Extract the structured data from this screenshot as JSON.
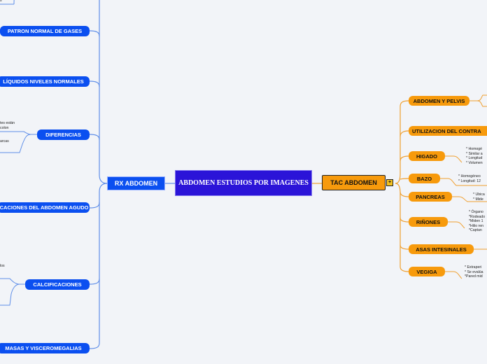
{
  "central": {
    "title": "ABDOMEN ESTUDIOS POR IMAGENES"
  },
  "rx": {
    "label": "RX ABDOMEN",
    "children": [
      {
        "label": "PATRON NORMAL DE GASES"
      },
      {
        "label": "LÍQUIDOS NIVELES NORMALES"
      },
      {
        "label": "DIFERENCIAS"
      },
      {
        "label": "ICACIONES DEL ABDOMEN AGUDO"
      },
      {
        "label": "CALCIFICACIONES"
      },
      {
        "label": "MASAS Y VISCEROMEGALIAS"
      }
    ],
    "notes": {
      "top": "s",
      "diferencias_1": "tes están\ncolon",
      "diferencias_2": "arcas",
      "calcificaciones": "los"
    }
  },
  "tac": {
    "label": "TAC ABDOMEN",
    "collapse_badge": "+",
    "children": [
      {
        "label": "ABDOMEN Y PELVIS"
      },
      {
        "label": "UTILIZACION DEL CONTRA"
      },
      {
        "label": "HIGADO"
      },
      {
        "label": "BAZO"
      },
      {
        "label": "PANCREAS"
      },
      {
        "label": "RIÑONES"
      },
      {
        "label": "ASAS INTESINALES"
      },
      {
        "label": "VEGIGA"
      }
    ],
    "notes": {
      "higado": "* Homogé\n* Similar a\n* Longitud\n* Volumen",
      "bazo": "* Homogéneo\n* Longitud: 12",
      "pancreas": "* Ubica\n* Mide",
      "rinones": "* Órgano\n*Rodeado\n*Miden 1\n*Hilio ren\n*Captan",
      "vegiga": "* Extraperi\n* Se evalúa\n*Pared mid"
    }
  },
  "colors": {
    "blue": "#0b4ff0",
    "orange": "#f79a0c",
    "central": "#2b14d8",
    "blue_line": "#5f8ee8",
    "orange_line": "#f0a030"
  }
}
